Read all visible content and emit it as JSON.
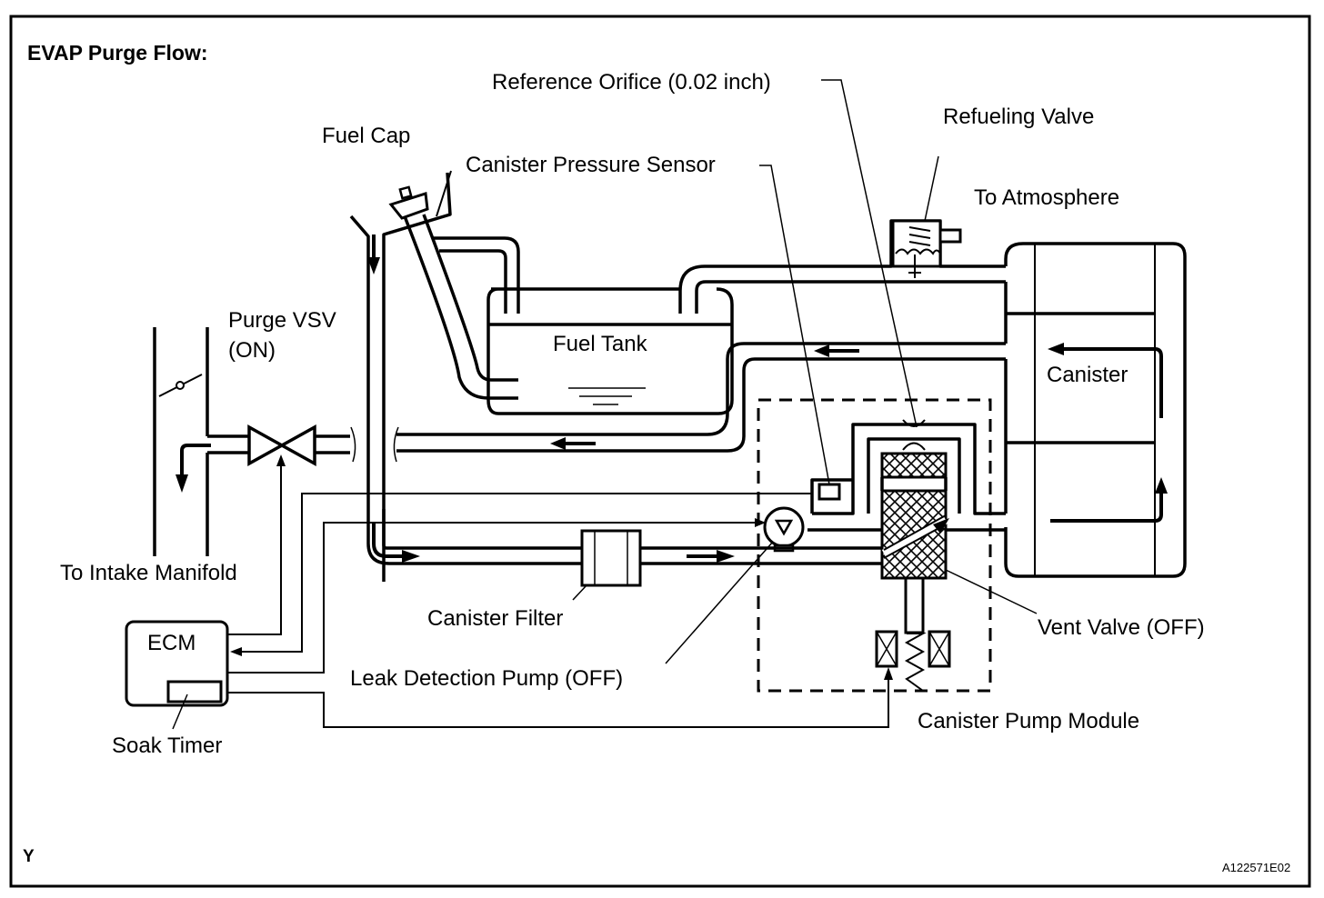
{
  "diagram": {
    "title": "EVAP Purge Flow:",
    "labels": {
      "reference_orifice": "Reference Orifice (0.02 inch)",
      "refueling_valve": "Refueling Valve",
      "fuel_cap": "Fuel Cap",
      "canister_pressure_sensor": "Canister Pressure Sensor",
      "to_atmosphere": "To Atmosphere",
      "purge_vsv_line1": "Purge VSV",
      "purge_vsv_line2": "(ON)",
      "fuel_tank": "Fuel Tank",
      "canister": "Canister",
      "to_intake_manifold": "To Intake Manifold",
      "canister_filter": "Canister Filter",
      "ecm": "ECM",
      "soak_timer": "Soak Timer",
      "leak_detection_pump": "Leak Detection Pump (OFF)",
      "vent_valve": "Vent Valve (OFF)",
      "canister_pump_module": "Canister Pump Module"
    },
    "corner_mark": "Y",
    "figure_code": "A122571E02"
  }
}
